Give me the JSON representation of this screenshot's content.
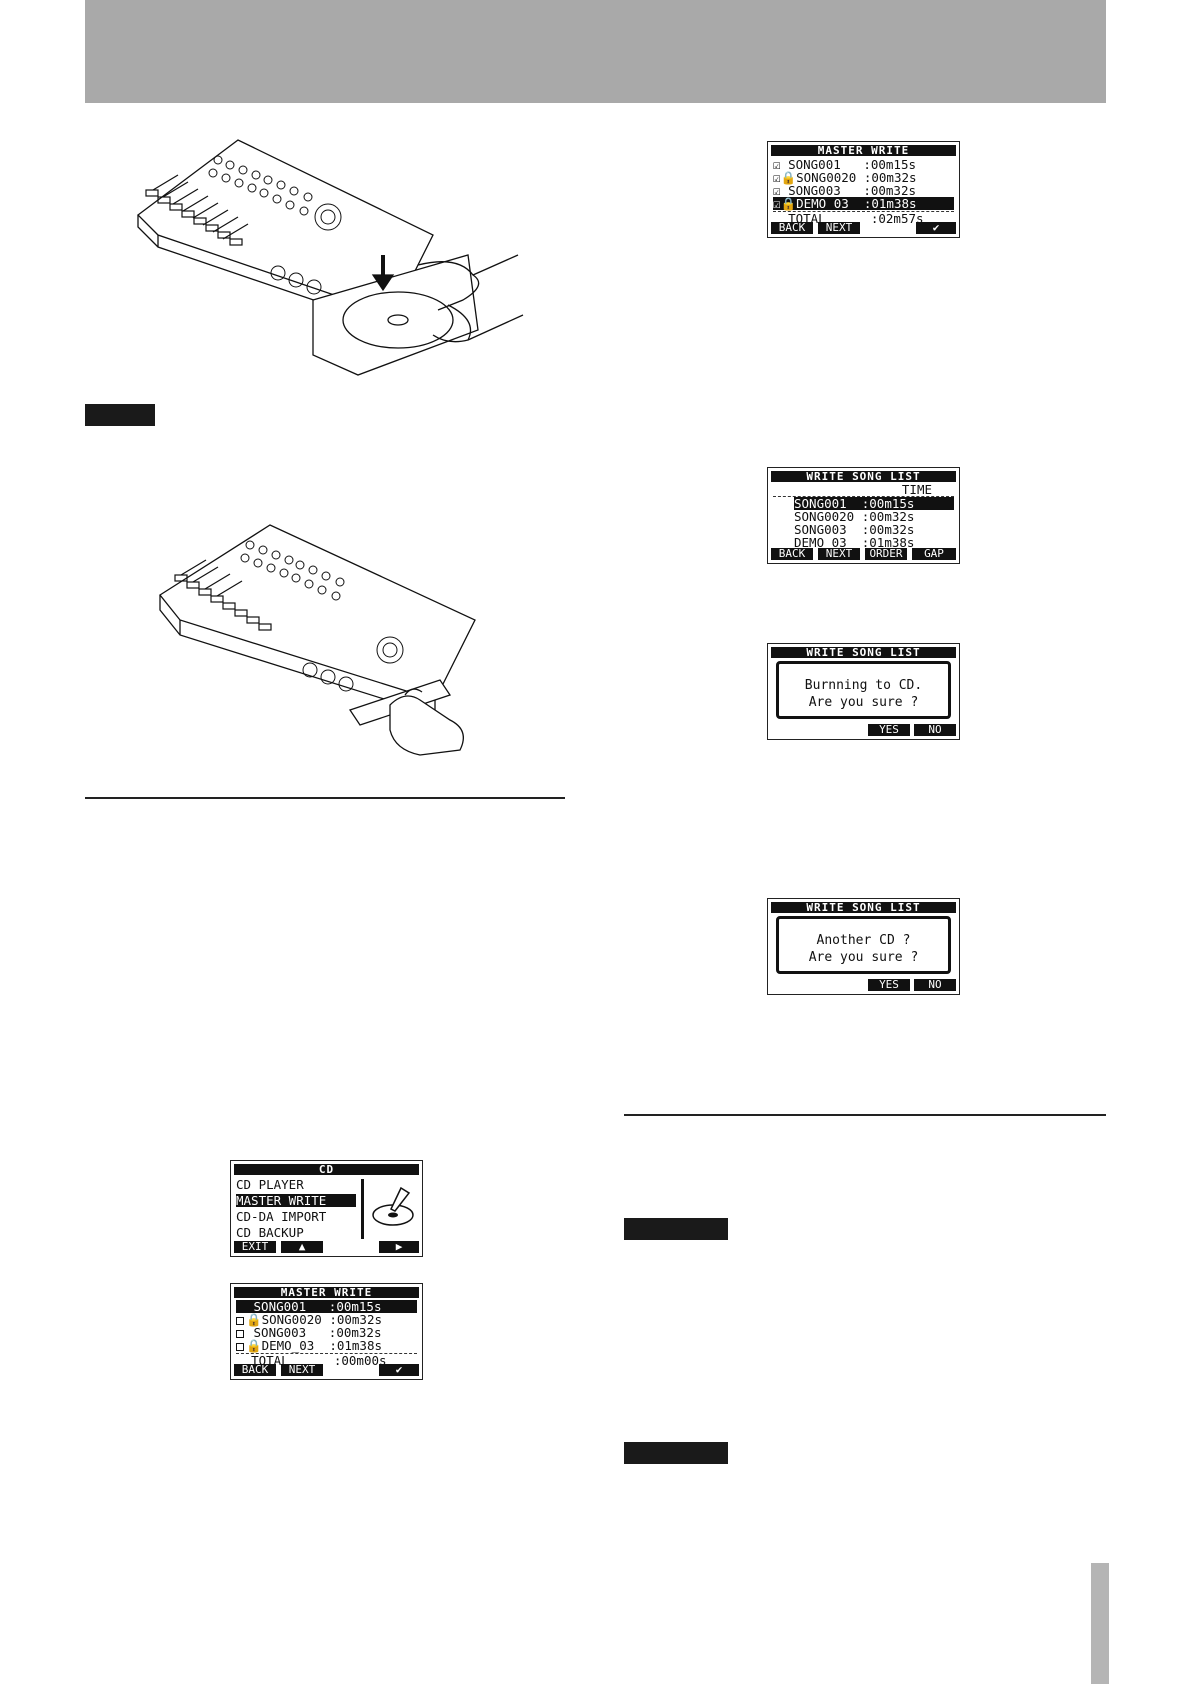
{
  "screens": {
    "cd_menu": {
      "title": "CD",
      "items": [
        "CD PLAYER",
        "MASTER WRITE",
        "CD-DA IMPORT",
        "CD BACKUP"
      ],
      "selected_index": 1,
      "buttons": [
        "EXIT",
        "▲",
        "▶"
      ]
    },
    "master_write_empty": {
      "title": "MASTER WRITE",
      "rows": [
        {
          "name": "SONG001",
          "time": ":00m15s"
        },
        {
          "name": "SONG0020",
          "time": ":00m32s"
        },
        {
          "name": "SONG003",
          "time": ":00m32s"
        },
        {
          "name": "DEMO_03",
          "time": ":01m38s"
        }
      ],
      "total_label": "TOTAL",
      "total_value": ":00m00s",
      "buttons": [
        "BACK",
        "NEXT",
        "✔"
      ]
    },
    "master_write_checked": {
      "title": "MASTER WRITE",
      "rows": [
        {
          "name": "SONG001",
          "time": ":00m15s"
        },
        {
          "name": "SONG0020",
          "time": ":00m32s"
        },
        {
          "name": "SONG003",
          "time": ":00m32s"
        },
        {
          "name": "DEMO_03",
          "time": ":01m38s"
        }
      ],
      "total_label": "TOTAL",
      "total_value": ":02m57s",
      "buttons": [
        "BACK",
        "NEXT",
        "✔"
      ]
    },
    "write_song_list": {
      "title": "WRITE SONG LIST",
      "col_header": "TIME",
      "rows": [
        {
          "name": "SONG001",
          "time": ":00m15s"
        },
        {
          "name": "SONG0020",
          "time": ":00m32s"
        },
        {
          "name": "SONG003",
          "time": ":00m32s"
        },
        {
          "name": "DEMO_03",
          "time": ":01m38s"
        }
      ],
      "buttons": [
        "BACK",
        "NEXT",
        "ORDER",
        "GAP"
      ]
    },
    "confirm_burn": {
      "title": "WRITE SONG LIST",
      "line1": "Burnning to CD.",
      "line2": "Are you sure ?",
      "buttons": [
        "YES",
        "NO"
      ]
    },
    "another_cd": {
      "title": "WRITE SONG LIST",
      "line1": "Another CD ?",
      "line2": "Are you sure ?",
      "buttons": [
        "YES",
        "NO"
      ]
    }
  }
}
